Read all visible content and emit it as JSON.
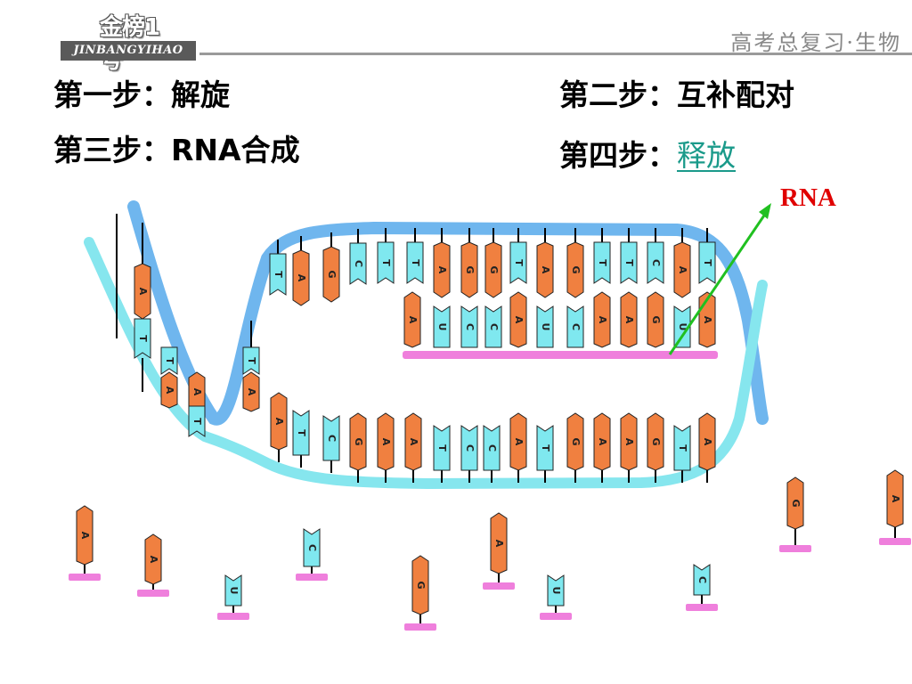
{
  "header": {
    "logo_text": "金榜1号",
    "logo_subtitle": "JINBANGYIHAO",
    "right_title": "高考总复习·生物"
  },
  "steps": [
    {
      "label": "第一步：",
      "value": "解旋"
    },
    {
      "label": "第二步：",
      "value": "互补配对"
    },
    {
      "label": "第三步：",
      "value": "RNA合成"
    },
    {
      "label": "第四步：",
      "value": "释放"
    }
  ],
  "rna_label": "RNA",
  "colors": {
    "purine": "#f08040",
    "pyrimidine": "#7fe8ef",
    "strand_top": "#6fb6ee",
    "strand_bottom": "#86e6ee",
    "rna_backbone": "#ef7fdc",
    "arrow": "#20c020"
  },
  "nucleotides": {
    "template_strand": [
      "T",
      "A",
      "G",
      "C",
      "T",
      "T",
      "A",
      "G",
      "G",
      "T",
      "A",
      "G",
      "T",
      "T",
      "C",
      "A",
      "T"
    ],
    "rna_strand": [
      "A",
      "U",
      "C",
      "C",
      "A",
      "U",
      "C",
      "A",
      "A",
      "G",
      "U",
      "A"
    ],
    "coding_strand": [
      "A",
      "T",
      "C",
      "G",
      "A",
      "A",
      "T",
      "C",
      "C",
      "A",
      "T",
      "G",
      "A",
      "A",
      "G",
      "T",
      "A"
    ],
    "left_unwinding": [
      "A",
      "T",
      "A",
      "T",
      "A",
      "T",
      "A",
      "T"
    ],
    "free": [
      "A",
      "A",
      "U",
      "C",
      "G",
      "A",
      "U",
      "C",
      "G",
      "A"
    ]
  }
}
